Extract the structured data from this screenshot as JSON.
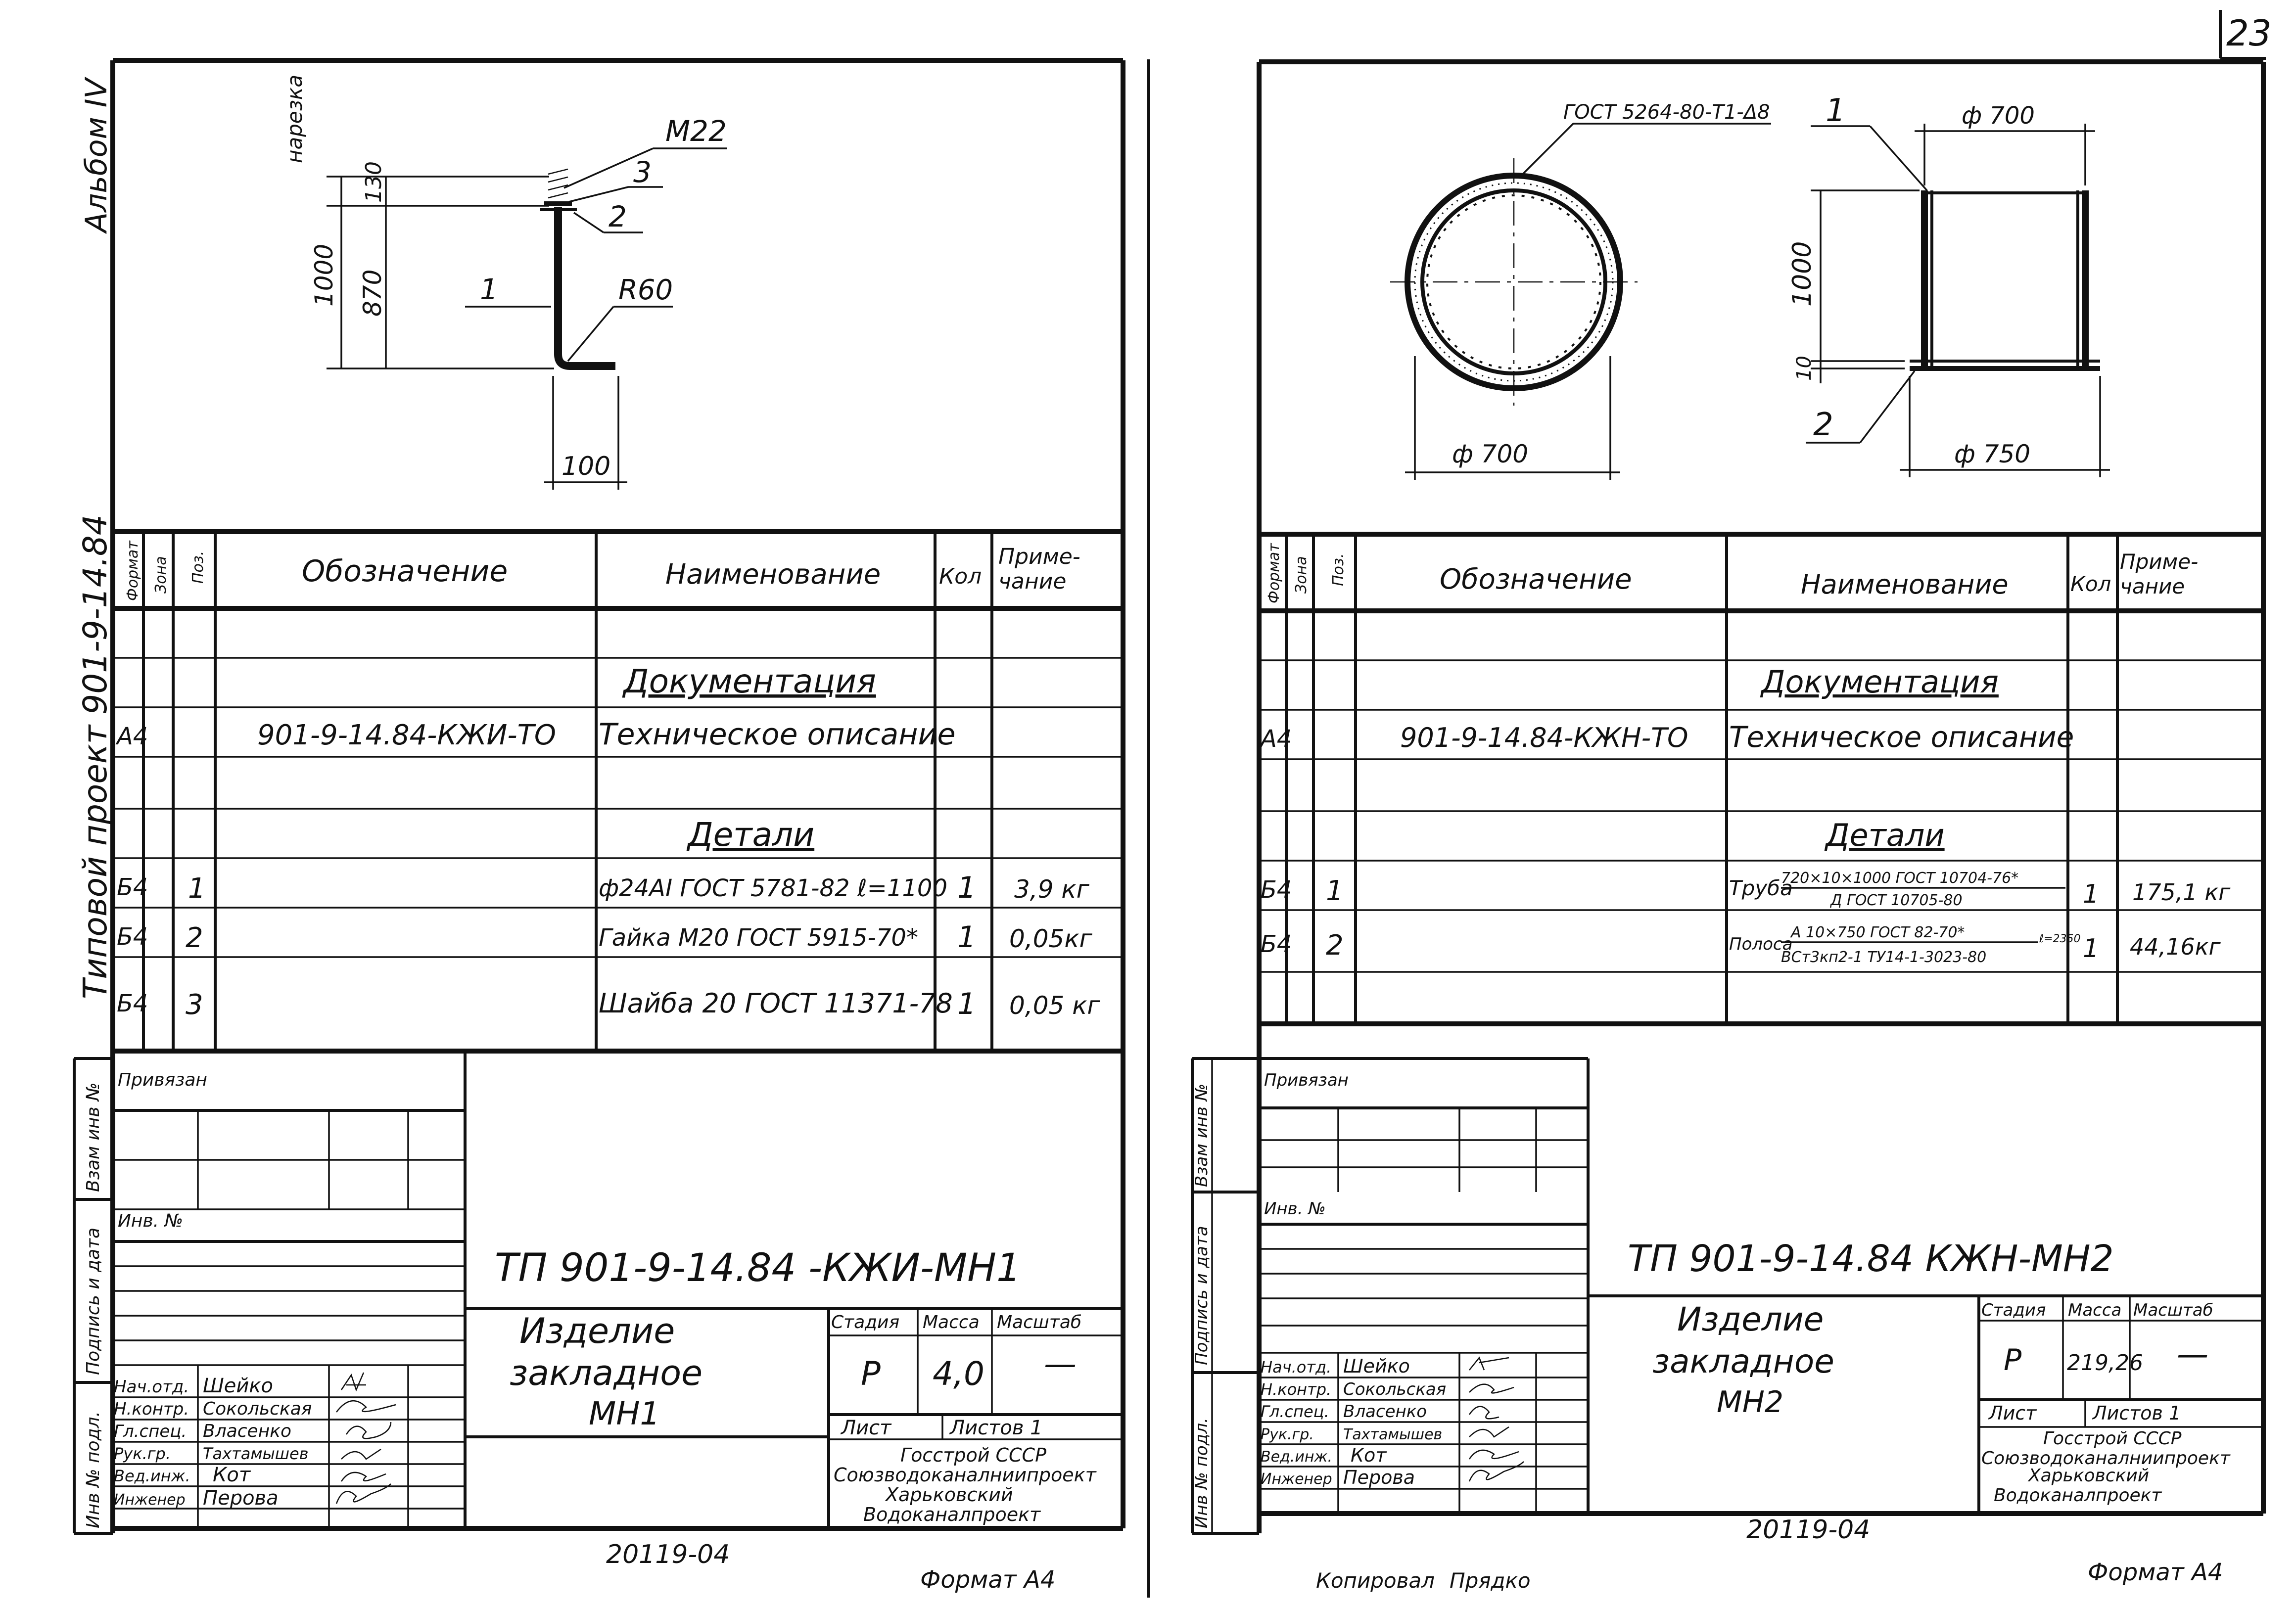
{
  "page_number": "23",
  "album_side": "Альбом IV",
  "project_side": "Типовой проект 901-9-14.84",
  "side_stamps": {
    "vzam": "Взам инв №",
    "podpis": "Подпись и дата",
    "inv_podl": "Инв № подл."
  },
  "spec_headers": {
    "format": "Формат",
    "zona": "Зона",
    "poz": "Поз.",
    "oboznachenie": "Обозначение",
    "naimenovanie": "Наименование",
    "kol": "Кол",
    "primechanie_1": "Приме-",
    "primechanie_2": "чание"
  },
  "left_sheet": {
    "drawing": {
      "label_thread": "нарезка",
      "thread": "М22",
      "dim_total": "1000",
      "dim_130": "130",
      "dim_870": "870",
      "radius": "R60",
      "dim_bottom": "100",
      "pos": [
        "1",
        "2",
        "3"
      ]
    },
    "section_docs": "Документация",
    "doc_row": {
      "format": "А4",
      "designation": "901-9-14.84-КЖИ-ТО",
      "name": "Техническое описание"
    },
    "section_parts": "Детали",
    "parts": [
      {
        "format": "Б4",
        "pos": "1",
        "name": "ф24AI ГОСТ 5781-82 ℓ=1100",
        "qty": "1",
        "note": "3,9 кг"
      },
      {
        "format": "Б4",
        "pos": "2",
        "name": "Гайка М20 ГОСТ 5915-70*",
        "qty": "1",
        "note": "0,05кг"
      },
      {
        "format": "Б4",
        "pos": "3",
        "name": "Шайба 20 ГОСТ 11371-78",
        "qty": "1",
        "note": "0,05 кг"
      }
    ],
    "privyazan": "Привязан",
    "inv_no": "Инв. №",
    "code": "ТП 901-9-14.84 -КЖИ-МН1",
    "title_1": "Изделие",
    "title_2": "закладное",
    "title_3": "МН1",
    "stage_label": "Стадия",
    "mass_label": "Масса",
    "scale_label": "Масштаб",
    "stage": "Р",
    "mass": "4,0",
    "scale": "—",
    "sheet_label": "Лист",
    "sheets_label": "Листов 1",
    "org_1": "Госстрой СССР",
    "org_2": "Союзводоканалниипроект",
    "org_3": "Харьковский",
    "org_4": "Водоканалпроект",
    "staff": [
      {
        "role": "Нач.отд.",
        "name": "Шейко"
      },
      {
        "role": "Н.контр.",
        "name": "Сокольская"
      },
      {
        "role": "Гл.спец.",
        "name": "Власенко"
      },
      {
        "role": "Рук.гр.",
        "name": "Тахтамышев"
      },
      {
        "role": "Вед.инж.",
        "name": "Кот"
      },
      {
        "role": "Инженер",
        "name": "Перова"
      }
    ],
    "bottom_code": "20119-04",
    "format_label": "Формат А4"
  },
  "right_sheet": {
    "drawing": {
      "gost_label": "ГОСТ 5264-80-Т1-Δ8",
      "pos": [
        "1",
        "2"
      ],
      "dia_top": "ф 700",
      "dia_circle": "ф 700",
      "dia_bottom": "ф 750",
      "dim_height": "1000",
      "dim_10": "10"
    },
    "section_docs": "Документация",
    "doc_row": {
      "format": "А4",
      "designation": "901-9-14.84-КЖН-ТО",
      "name": "Техническое описание"
    },
    "section_parts": "Детали",
    "parts": [
      {
        "format": "Б4",
        "pos": "1",
        "name_prefix": "Труба",
        "name_top": "720×10×1000 ГОСТ 10704-76*",
        "name_bottom": "Д ГОСТ 10705-80",
        "name_suffix": "",
        "qty": "1",
        "note": "175,1 кг"
      },
      {
        "format": "Б4",
        "pos": "2",
        "name_prefix": "Полоса",
        "name_top": "А 10×750 ГОСТ 82-70*",
        "name_bottom": "ВСт3кп2-1 ТУ14-1-3023-80",
        "name_suffix": "ℓ=2350",
        "qty": "1",
        "note": "44,16кг"
      }
    ],
    "privyazan": "Привязан",
    "inv_no": "Инв. №",
    "code": "ТП 901-9-14.84  КЖН-МН2",
    "title_1": "Изделие",
    "title_2": "закладное",
    "title_3": "МН2",
    "stage_label": "Стадия",
    "mass_label": "Масса",
    "scale_label": "Масштаб",
    "stage": "Р",
    "mass": "219,26",
    "scale": "—",
    "sheet_label": "Лист",
    "sheets_label": "Листов 1",
    "org_1": "Госстрой СССР",
    "org_2": "Союзводоканалниипроект",
    "org_3": "Харьковский",
    "org_4": "Водоканалпроект",
    "staff": [
      {
        "role": "Нач.отд.",
        "name": "Шейко"
      },
      {
        "role": "Н.контр.",
        "name": "Сокольская"
      },
      {
        "role": "Гл.спец.",
        "name": "Власенко"
      },
      {
        "role": "Рук.гр.",
        "name": "Тахтамышев"
      },
      {
        "role": "Вед.инж.",
        "name": "Кот"
      },
      {
        "role": "Инженер",
        "name": "Перова"
      }
    ],
    "bottom_code": "20119-04",
    "copied": "Копировал",
    "copied_name": "Прядко",
    "format_label": "Формат А4"
  }
}
